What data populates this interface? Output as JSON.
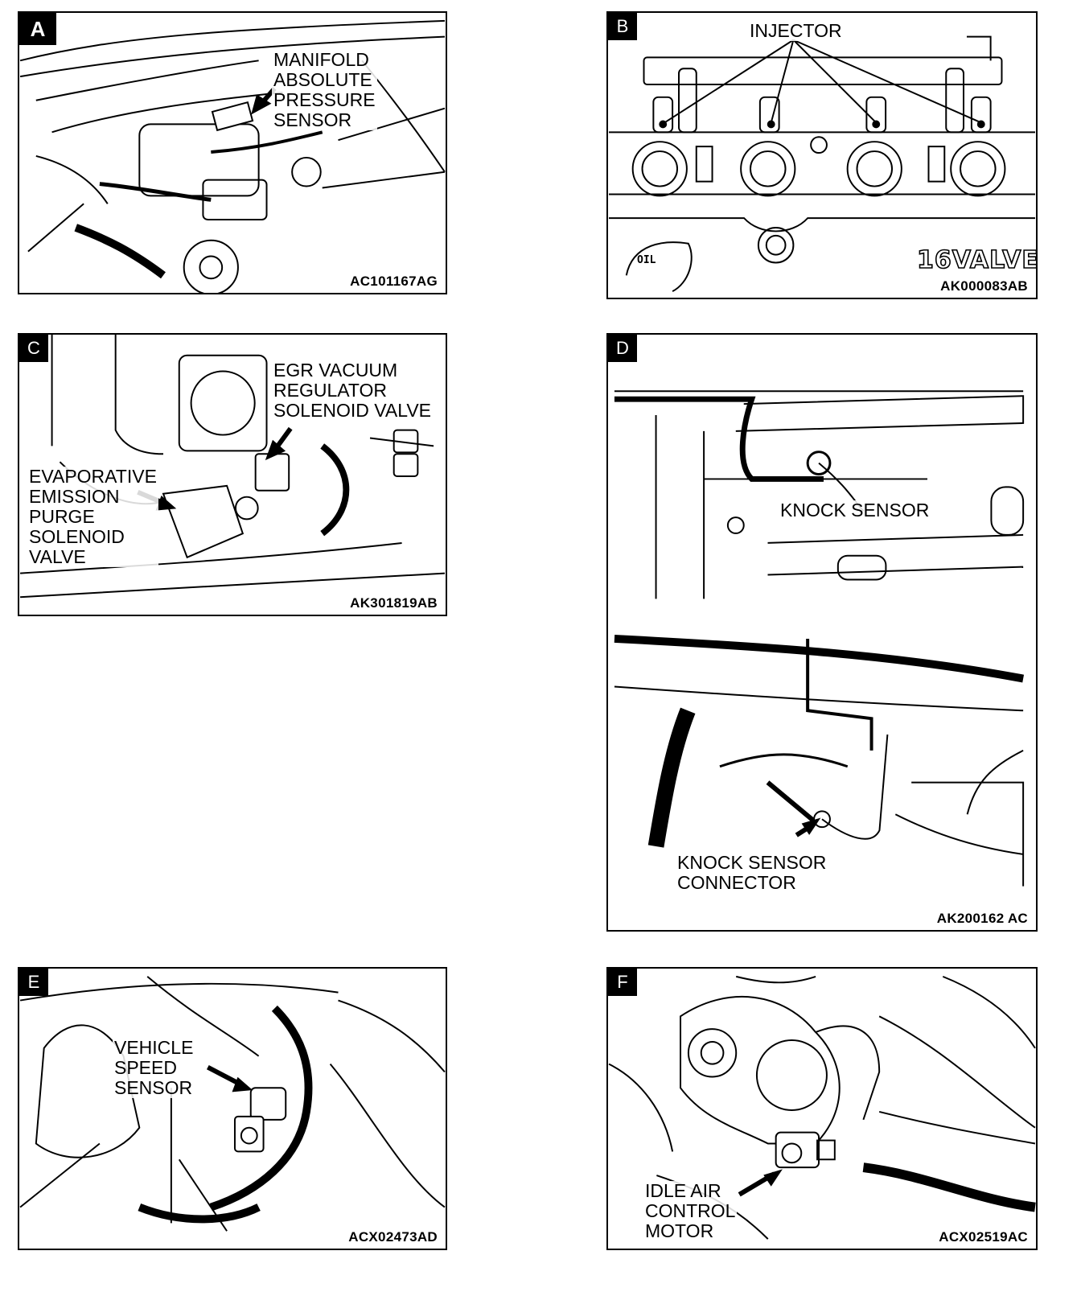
{
  "panels": {
    "a": {
      "tag": "A",
      "code": "AC101167AG",
      "label": [
        "MANIFOLD",
        "ABSOLUTE",
        "PRESSURE",
        "SENSOR"
      ]
    },
    "b": {
      "tag": "B",
      "code": "AK000083AB",
      "label": [
        "INJECTOR"
      ],
      "engine_mark": "16VALVE",
      "cap_text": "OIL"
    },
    "c": {
      "tag": "C",
      "code": "AK301819AB",
      "label_egr": [
        "EGR VACUUM",
        "REGULATOR",
        "SOLENOID VALVE"
      ],
      "label_evap": [
        "EVAPORATIVE",
        "EMISSION",
        "PURGE",
        "SOLENOID",
        "VALVE"
      ]
    },
    "d": {
      "tag": "D",
      "code": "AK200162 AC",
      "label_sensor": [
        "KNOCK SENSOR"
      ],
      "label_connector": [
        "KNOCK SENSOR",
        "CONNECTOR"
      ]
    },
    "e": {
      "tag": "E",
      "code": "ACX02473AD",
      "label": [
        "VEHICLE",
        "SPEED",
        "SENSOR"
      ]
    },
    "f": {
      "tag": "F",
      "code": "ACX02519AC",
      "label": [
        "IDLE AIR",
        "CONTROL",
        "MOTOR"
      ]
    }
  }
}
